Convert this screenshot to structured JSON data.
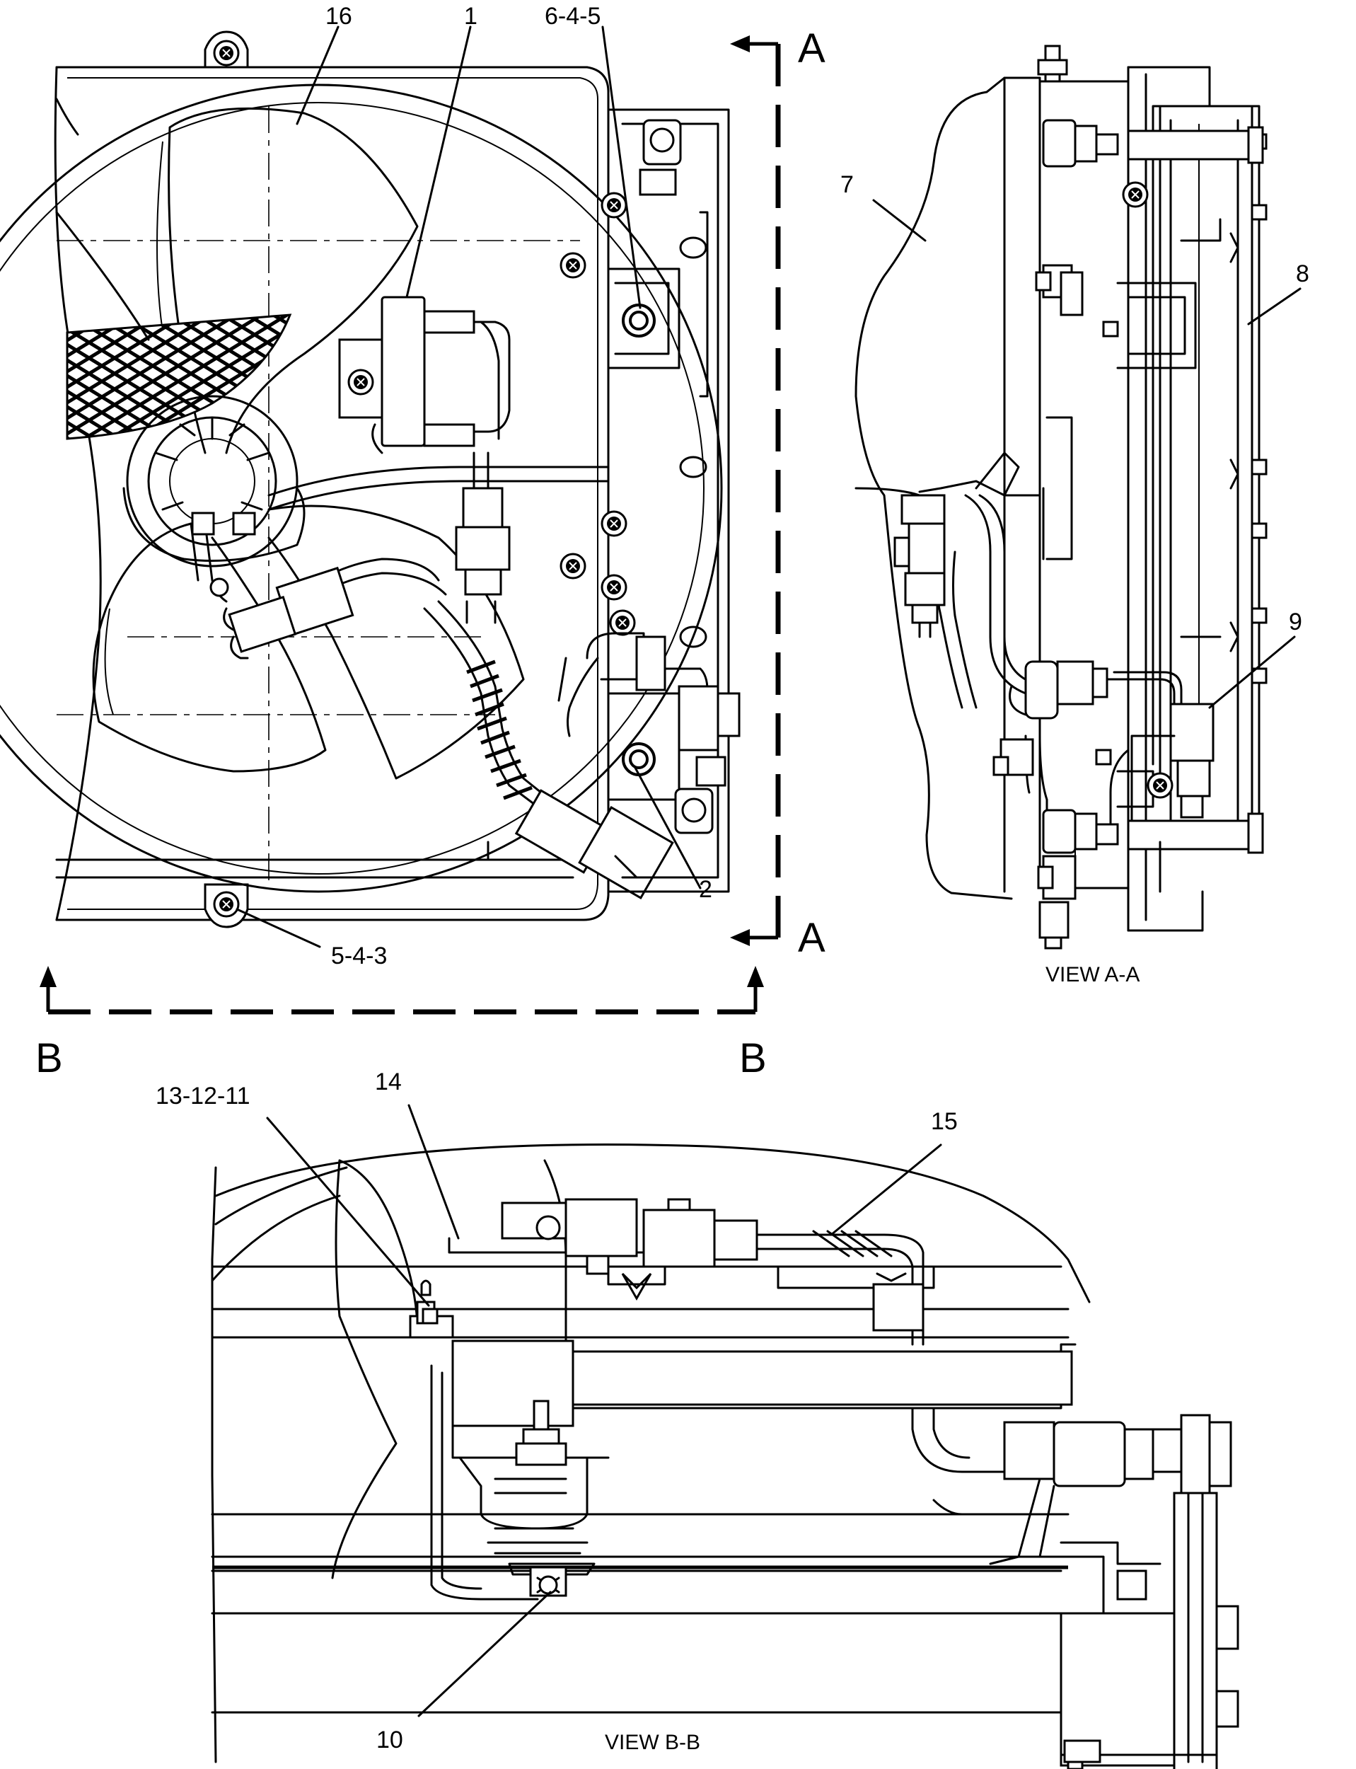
{
  "callouts": {
    "c16": "16",
    "c1": "1",
    "c645": "6-4-5",
    "c543": "5-4-3",
    "c2": "2",
    "c7": "7",
    "c8": "8",
    "c9": "9",
    "c131211": "13-12-11",
    "c14": "14",
    "c15": "15",
    "c10": "10"
  },
  "section_letters": {
    "a_top": "A",
    "a_bottom": "A",
    "b_left": "B",
    "b_right": "B"
  },
  "captions": {
    "view_a": "VIEW A-A",
    "view_b": "VIEW B-B"
  },
  "icons": [
    "bolt-icon",
    "section-arrow-icon",
    "mesh-grille",
    "fan-blade"
  ]
}
